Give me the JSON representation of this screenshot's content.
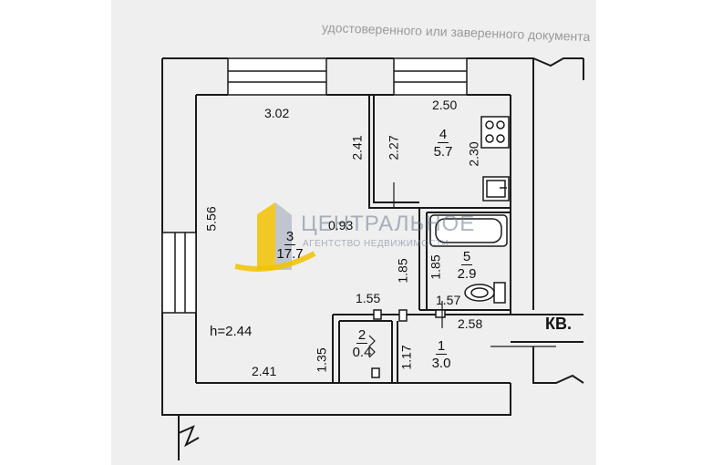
{
  "header_text": "удостоверенного или заверенного документа",
  "logo": {
    "name": "ЦЕНТРАЛЬНОЕ",
    "tagline": "АГЕНТСТВО НЕДВИЖИМОСТИ",
    "color": "#f2c200"
  },
  "apartment_label": "КВ.",
  "ceiling_height": "h=2.44",
  "rooms": [
    {
      "number": "3",
      "area": "17.7"
    },
    {
      "number": "4",
      "area": "5.7"
    },
    {
      "number": "5",
      "area": "2.9"
    },
    {
      "number": "2",
      "area": "0.4"
    },
    {
      "number": "1",
      "area": "3.0"
    }
  ],
  "dimensions": {
    "room3_top": "3.02",
    "room3_left": "5.56",
    "room3_right": "2.41",
    "room3_bottom_right": "0.93",
    "room3_bottom_left": "2.41",
    "room4_top": "2.50",
    "room4_left": "2.27",
    "room4_right": "2.30",
    "room5_left": "1.85",
    "room5_bottom": "1.57",
    "corridor_vertical": "1.85",
    "corridor_top": "1.55",
    "room1_top": "2.58",
    "room1_left": "1.17",
    "room2_left": "1.35"
  },
  "colors": {
    "ink": "#1a1a1a",
    "paper": "#efefef",
    "logo_yellow": "#f2c200",
    "logo_grey": "#7a8294"
  }
}
